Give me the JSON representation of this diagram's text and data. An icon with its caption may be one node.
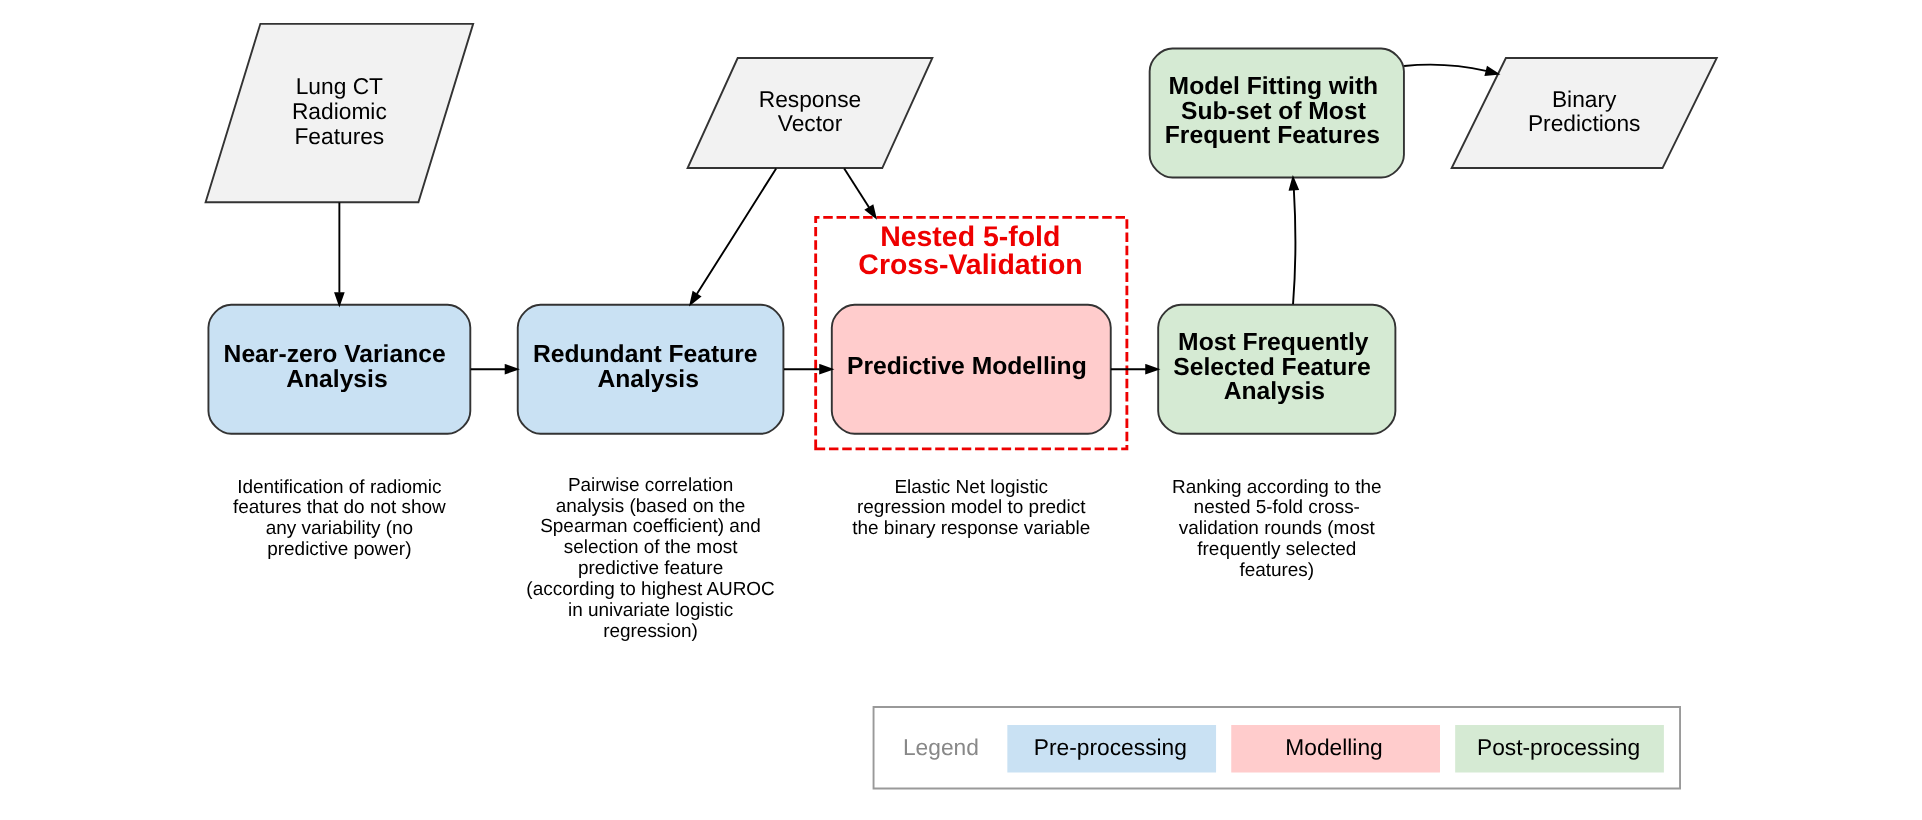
{
  "diagram": {
    "nodes": [
      {
        "text": [
          "Lung CT Radiomic Features"
        ]
      },
      {
        "text": [
          "Response Vector"
        ]
      },
      {
        "text": [
          "Near-zero Variance Analysis"
        ],
        "beside": [
          "Identification of radiomic features that do not show any variability (no predictive power)"
        ]
      },
      {
        "text": [
          "Redundant Feature Analysis"
        ],
        "beside": [
          "Pairwise correlation analysis (based on the Spearman coefficient) and selection of the most predictive feature (according to highest AUROC in univariate logistic regression)"
        ]
      },
      {
        "text": [
          "Nested 5-fold Cross-Validation"
        ]
      },
      {
        "text": [
          "Predictive Modelling"
        ],
        "in": 4,
        "beside": [
          "Elastic Net logistic regression model to predict the binary response variable"
        ]
      },
      {
        "text": [
          "Most Frequently Selected Feature Analysis"
        ],
        "beside": [
          "Ranking according to the nested 5-fold cross-validation rounds (most frequently selected features)"
        ]
      },
      {
        "text": [
          "Model Fitting with Sub-set of Most Frequent Features"
        ]
      },
      {
        "text": [
          "Binary Predictions"
        ]
      }
    ],
    "edges": [
      {
        "from": 0,
        "to": 2,
        "arrow": "to"
      },
      {
        "from": 1,
        "to": 3,
        "arrow": "to"
      },
      {
        "from": 1,
        "to": 4,
        "arrow": "to"
      },
      {
        "from": 2,
        "to": 3,
        "arrow": "to"
      },
      {
        "from": 3,
        "to": 5,
        "arrow": "to"
      },
      {
        "from": 5,
        "to": 6,
        "arrow": "to"
      },
      {
        "from": 6,
        "to": 7,
        "arrow": "to"
      },
      {
        "from": 7,
        "to": 8,
        "arrow": "to"
      }
    ],
    "labels": [
      "Legend"
    ],
    "legend": [
      {
        "text": "Pre-processing",
        "color": "#c9e1f3"
      },
      {
        "text": "Modelling",
        "color": "#ffcccc"
      },
      {
        "text": "Post-processing",
        "color": "#d5ead3"
      }
    ]
  }
}
